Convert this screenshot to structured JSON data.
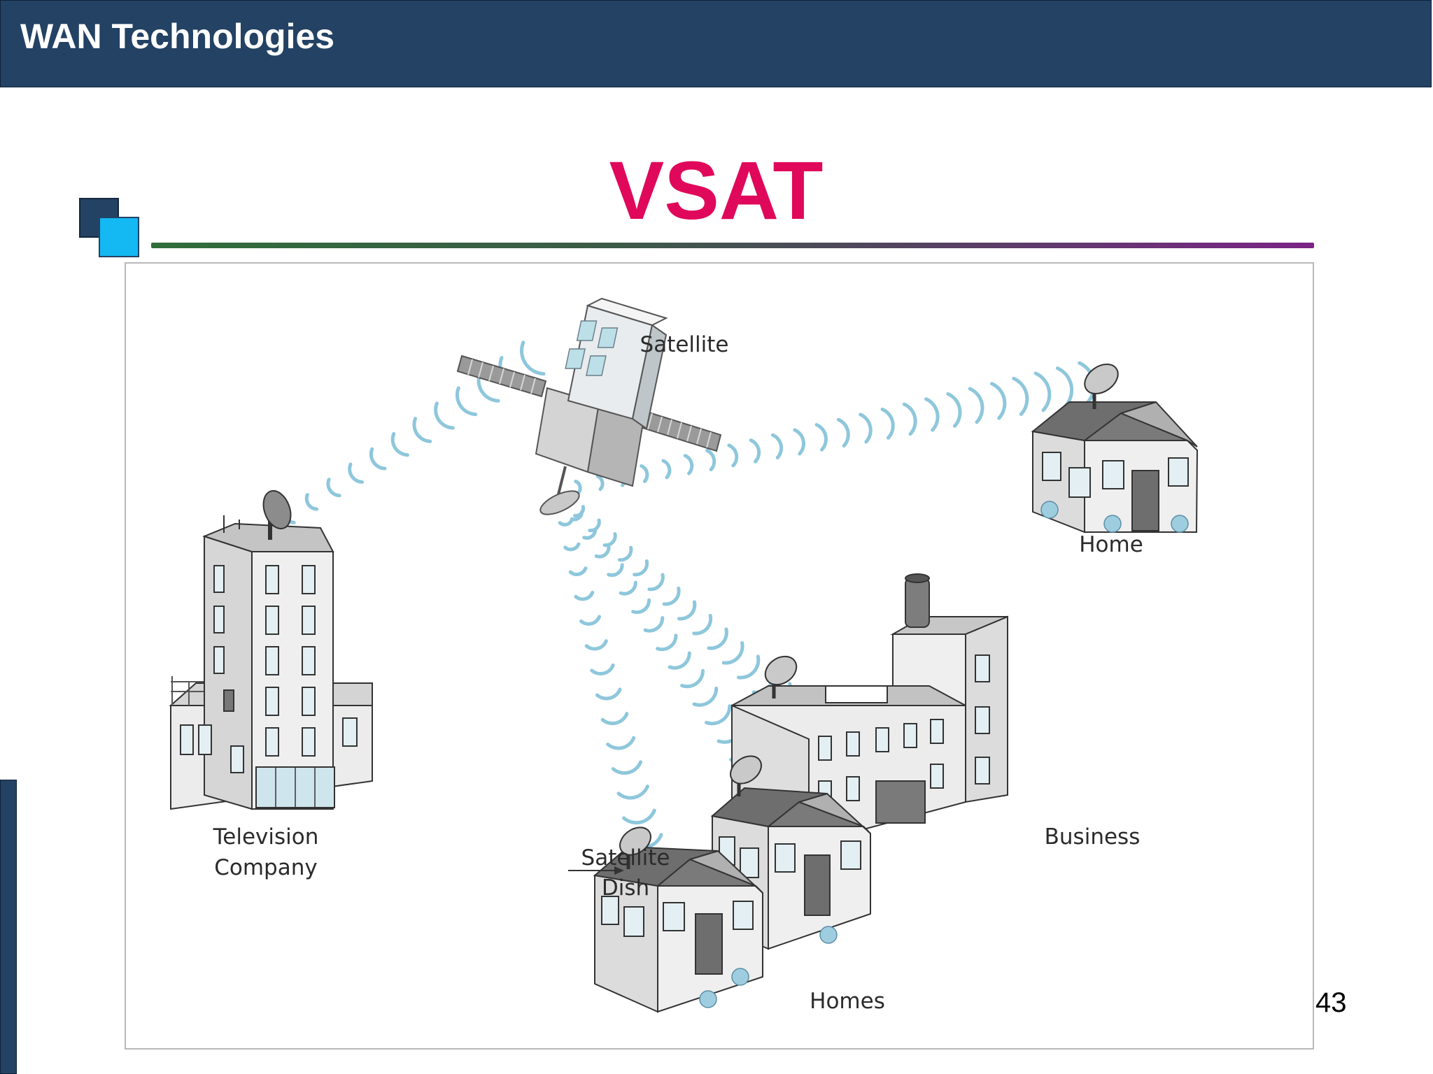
{
  "header": {
    "title": "WAN Technologies"
  },
  "slide": {
    "title": "VSAT",
    "page_number": "43"
  },
  "diagram": {
    "labels": {
      "satellite": "Satellite",
      "home": "Home",
      "business": "Business",
      "homes": "Homes",
      "tv_company_line1": "Television",
      "tv_company_line2": "Company",
      "dish_line1": "Satellite",
      "dish_line2": "Dish"
    }
  },
  "colors": {
    "header_bg": "#234264",
    "title": "#e0085a",
    "accent_square": "#14b8f2",
    "signal_wave": "#8ec7dc"
  }
}
